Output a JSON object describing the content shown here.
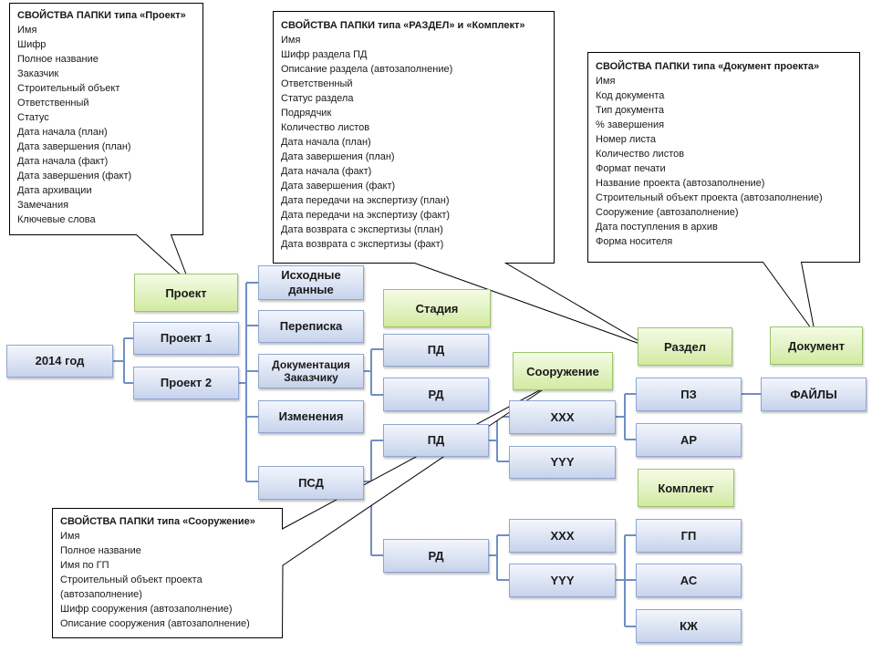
{
  "nodes": {
    "year": "2014 год",
    "project1": "Проект 1",
    "project2": "Проект 2",
    "source_data": "Исходные данные",
    "correspondence": "Переписка",
    "customer_docs": "Документация Заказчику",
    "changes": "Изменения",
    "psd": "ПСД",
    "stage_pd_upper": "ПД",
    "stage_rd_upper": "РД",
    "stage_pd_lower": "ПД",
    "stage_rd_lower": "РД",
    "struct_xxx_1": "XXX",
    "struct_yyy_1": "YYY",
    "struct_xxx_2": "XXX",
    "struct_yyy_2": "YYY",
    "section_pz": "ПЗ",
    "section_ar": "АР",
    "set_gp": "ГП",
    "set_as": "АС",
    "set_kzh": "КЖ",
    "files": "ФАЙЛЫ"
  },
  "labels": {
    "project": "Проект",
    "stage": "Стадия",
    "structure": "Сооружение",
    "section": "Раздел",
    "document": "Документ",
    "set": "Комплект"
  },
  "callouts": {
    "project": {
      "title": "СВОЙСТВА ПАПКИ типа «Проект»",
      "items": [
        "Имя",
        "Шифр",
        "Полное название",
        "Заказчик",
        "Строительный объект",
        "Ответственный",
        "Статус",
        "Дата начала (план)",
        "Дата завершения (план)",
        "Дата начала (факт)",
        "Дата завершения (факт)",
        "Дата архивации",
        "Замечания",
        "Ключевые слова"
      ]
    },
    "section": {
      "title": "СВОЙСТВА ПАПКИ типа «РАЗДЕЛ» и «Комплект»",
      "items": [
        "Имя",
        "Шифр раздела ПД",
        "Описание раздела (автозаполнение)",
        "Ответственный",
        "Статус раздела",
        "Подрядчик",
        "Количество листов",
        "Дата начала (план)",
        "Дата завершения (план)",
        "Дата начала (факт)",
        "Дата завершения (факт)",
        "Дата передачи на экспертизу (план)",
        "Дата передачи на экспертизу (факт)",
        "Дата возврата с экспертизы (план)",
        "Дата возврата с экспертизы (факт)"
      ]
    },
    "document": {
      "title": "СВОЙСТВА ПАПКИ типа «Документ проекта»",
      "items": [
        "Имя",
        "Код документа",
        "Тип документа",
        "% завершения",
        "Номер листа",
        "Количество листов",
        "Формат печати",
        "Название проекта (автозаполнение)",
        "Строительный объект проекта (автозаполнение)",
        "Сооружение (автозаполнение)",
        "Дата поступления в архив",
        "Форма носителя"
      ]
    },
    "structure": {
      "title": "СВОЙСТВА ПАПКИ типа «Сооружение»",
      "items": [
        "Имя",
        "Полное название",
        "Имя по ГП",
        "Строительный объект проекта",
        "(автозаполнение)",
        "Шифр сооружения (автозаполнение)",
        "Описание сооружения (автозаполнение)"
      ]
    }
  },
  "colors": {
    "node_border": "#8fa6d0",
    "connector": "#6f8fc4",
    "label_fill": "#e0f1bf",
    "callout_border": "#000000"
  }
}
